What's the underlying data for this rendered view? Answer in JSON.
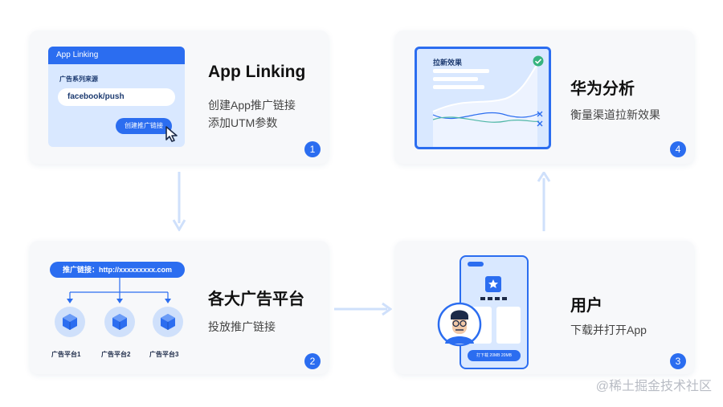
{
  "colors": {
    "accent": "#2b6df0",
    "light_blue": "#d9e8ff",
    "arrow": "#cfe0fb",
    "card_bg": "#f7f8fa"
  },
  "card1": {
    "title": "App Linking",
    "desc_line1": "创建App推广链接",
    "desc_line2": "添加UTM参数",
    "step": "1",
    "mock": {
      "header": "App Linking",
      "label": "广告系列来源",
      "input_value": "facebook/push",
      "button": "创建推广链接",
      "cursor_icon": "cursor-icon"
    }
  },
  "card2": {
    "title": "各大广告平台",
    "desc": "投放推广链接",
    "step": "2",
    "link_pill": "推广链接：http://xxxxxxxxx.com",
    "platforms": [
      "广告平台1",
      "广告平台2",
      "广告平台3"
    ],
    "platform_icon": "cube-icon"
  },
  "card3": {
    "title": "用户",
    "desc": "下载并打开App",
    "step": "3",
    "phone_footer": "打下载 20MB 20MB",
    "icons": [
      "star-icon",
      "avatar-icon"
    ]
  },
  "card4": {
    "title": "华为分析",
    "desc": "衡量渠道拉新效果",
    "step": "4",
    "chart_title": "拉新效果",
    "icons": [
      "check-icon",
      "close-icon"
    ]
  },
  "watermark": "@稀土掘金技术社区"
}
